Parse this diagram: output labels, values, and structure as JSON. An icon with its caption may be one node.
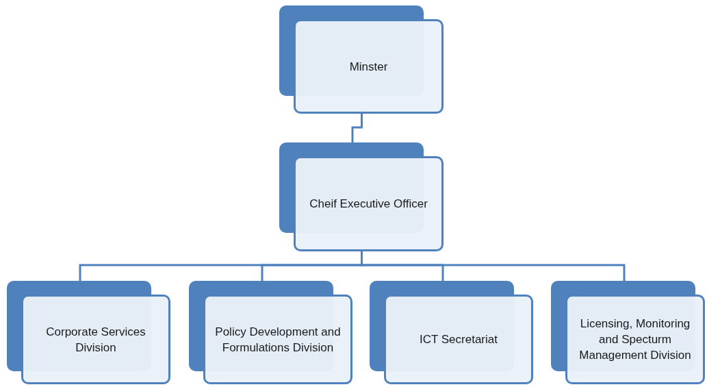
{
  "diagram": {
    "nodes": [
      {
        "text": [
          "Minster"
        ]
      },
      {
        "text": [
          "Cheif Executive Officer"
        ]
      },
      {
        "text": [
          "Corporate Services Division"
        ]
      },
      {
        "text": [
          "Policy Development and Formulations Division"
        ]
      },
      {
        "text": [
          "ICT Secretariat"
        ]
      },
      {
        "text": [
          "Licensing, Monitoring and Specturm Management Division"
        ]
      }
    ],
    "edges": [
      {
        "from": 0,
        "to": 1,
        "arrow": "none"
      },
      {
        "from": 1,
        "to": 2,
        "arrow": "none"
      },
      {
        "from": 1,
        "to": 3,
        "arrow": "none"
      },
      {
        "from": 1,
        "to": 4,
        "arrow": "none"
      },
      {
        "from": 1,
        "to": 5,
        "arrow": "none"
      }
    ]
  }
}
